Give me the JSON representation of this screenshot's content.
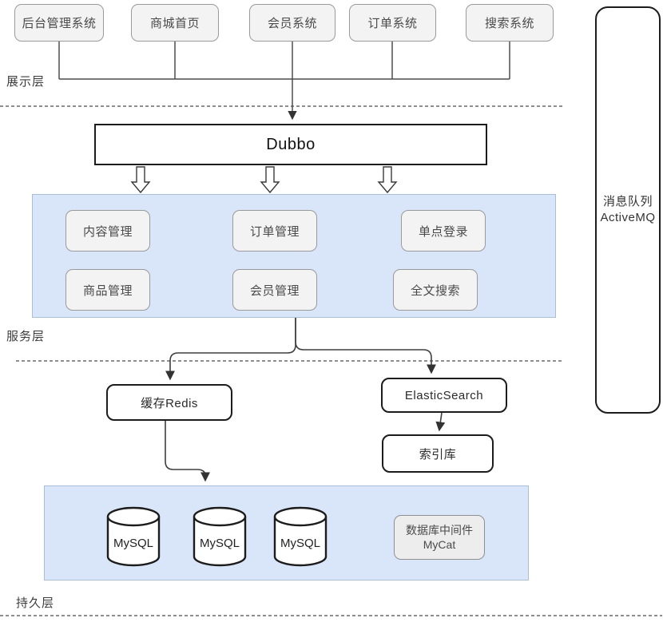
{
  "layers": {
    "presentation_label": "展示层",
    "service_label": "服务层",
    "persistence_label": "持久层"
  },
  "presentation_systems": [
    "后台管理系统",
    "商城首页",
    "会员系统",
    "订单系统",
    "搜索系统"
  ],
  "rpc_framework": "Dubbo",
  "services": [
    "内容管理",
    "订单管理",
    "单点登录",
    "商品管理",
    "会员管理",
    "全文搜索"
  ],
  "cache": "缓存Redis",
  "search_engine": "ElasticSearch",
  "index_store": "索引库",
  "databases": [
    "MySQL",
    "MySQL",
    "MySQL"
  ],
  "db_middleware": {
    "line1": "数据库中间件",
    "line2": "MyCat"
  },
  "message_queue": {
    "line1": "消息队列",
    "line2": "ActiveMQ"
  },
  "colors": {
    "region_fill": "#d9e5f8",
    "region_border": "#aabdd6",
    "node_fill": "#f3f3f4",
    "node_border": "#9a9a9a",
    "strong_border": "#1c1c1c",
    "line": "#4d4d4d"
  }
}
